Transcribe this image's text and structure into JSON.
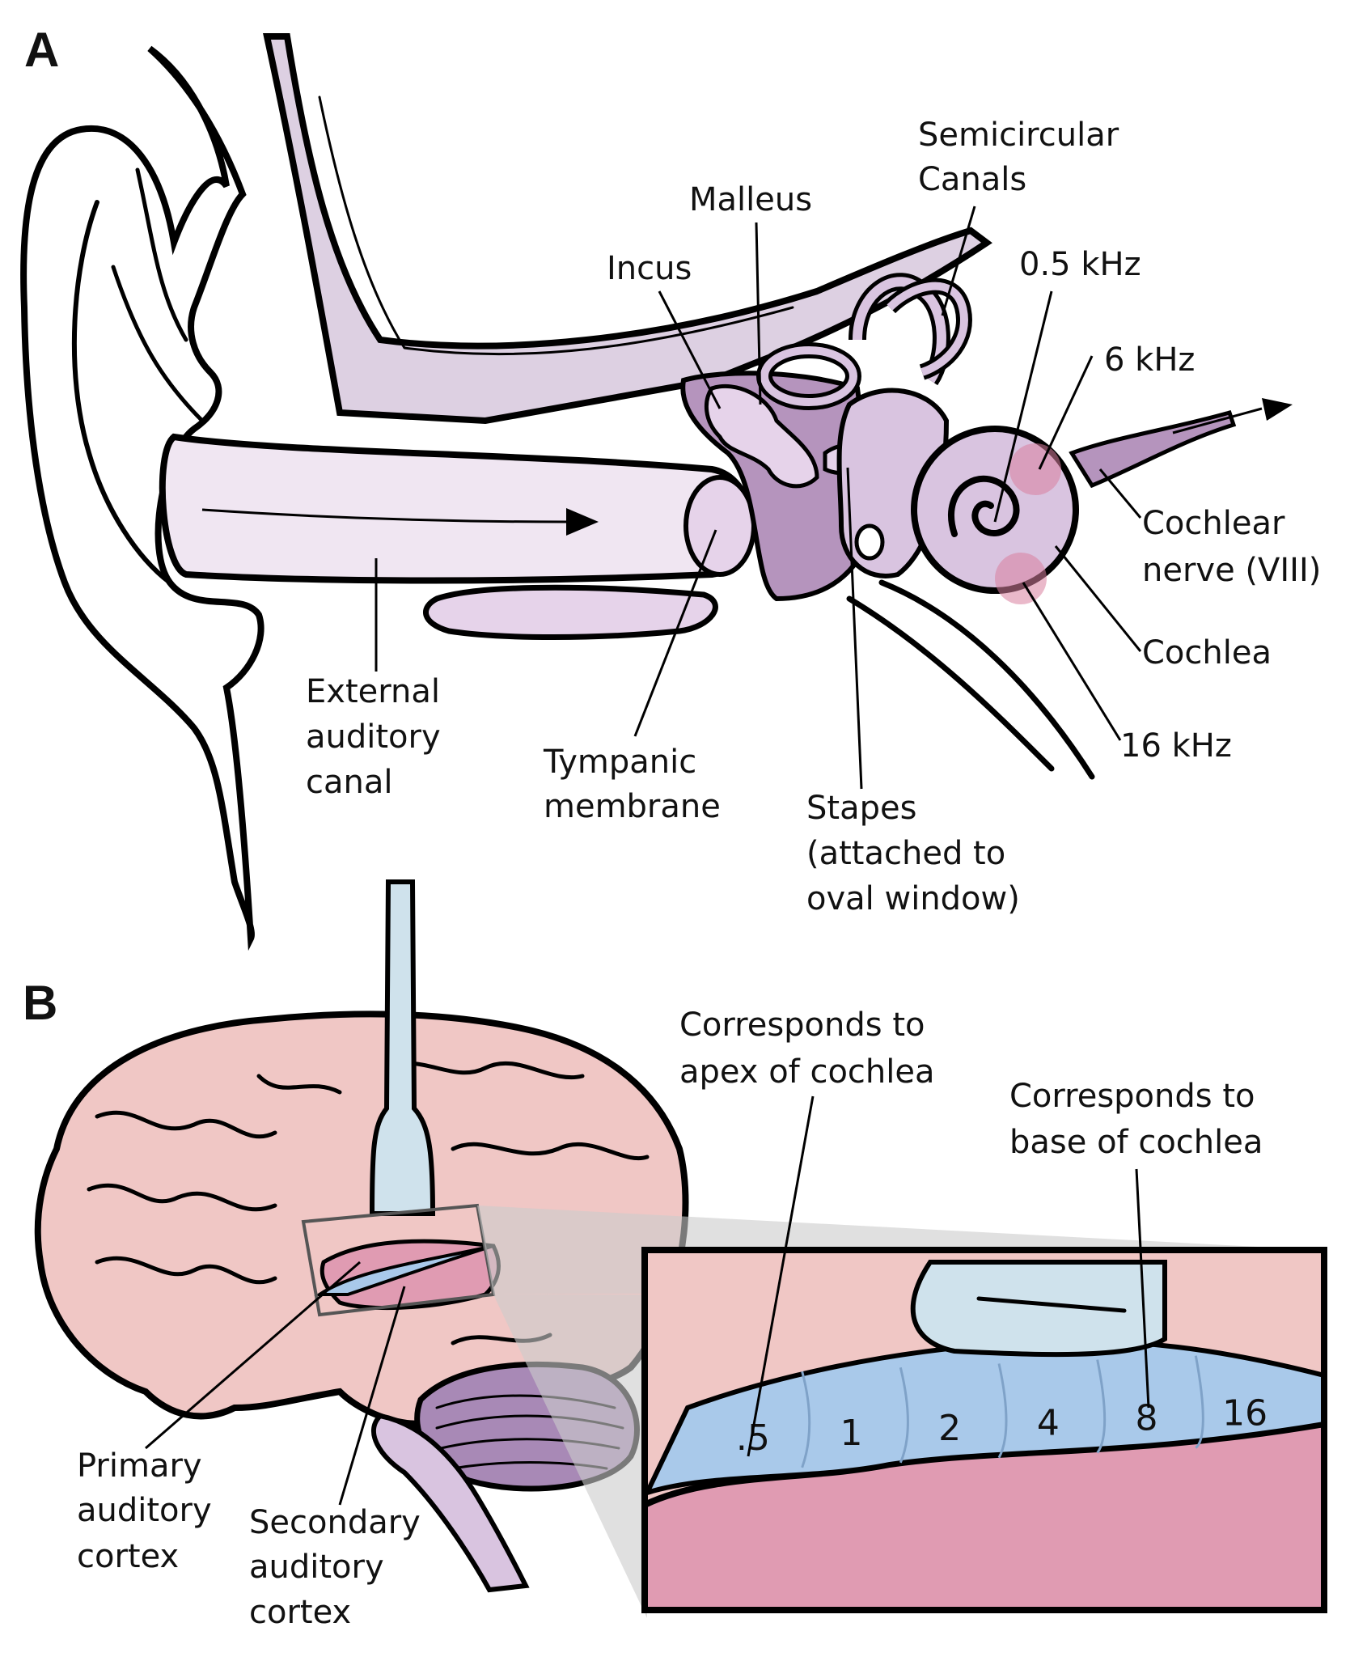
{
  "panels": {
    "a": "A",
    "b": "B"
  },
  "labels_a": {
    "semicircular_canals": [
      "Semicircular",
      "Canals"
    ],
    "malleus": "Malleus",
    "incus": "Incus",
    "freq_05": "0.5 kHz",
    "freq_6": "6 kHz",
    "cochlear_nerve": [
      "Cochlear",
      "nerve (VIII)"
    ],
    "cochlea": "Cochlea",
    "freq_16": "16 kHz",
    "external_canal": [
      "External",
      "auditory",
      "canal"
    ],
    "tympanic": [
      "Tympanic",
      "membrane"
    ],
    "stapes": [
      "Stapes",
      "(attached to",
      "oval window)"
    ]
  },
  "labels_b": {
    "apex": [
      "Corresponds to",
      "apex of cochlea"
    ],
    "base": [
      "Corresponds to",
      "base of cochlea"
    ],
    "primary": [
      "Primary",
      "auditory",
      "cortex"
    ],
    "secondary": [
      "Secondary",
      "auditory",
      "cortex"
    ]
  },
  "tonotopic_bands": [
    ".5",
    "1",
    "2",
    "4",
    "8",
    "16"
  ],
  "colors": {
    "ear_skin": "#ffffff",
    "ear_purple": "#e6d3ea",
    "ear_purple_dark": "#b594bd",
    "cochlea_hot": "#d9809f",
    "brain_pink": "#f0c7c5",
    "auditory_blue": "#a9c9ea",
    "cortex_magenta": "#e09bb2",
    "electrode_blue": "#cfe2ec",
    "cerebellum": "#a889b6"
  }
}
